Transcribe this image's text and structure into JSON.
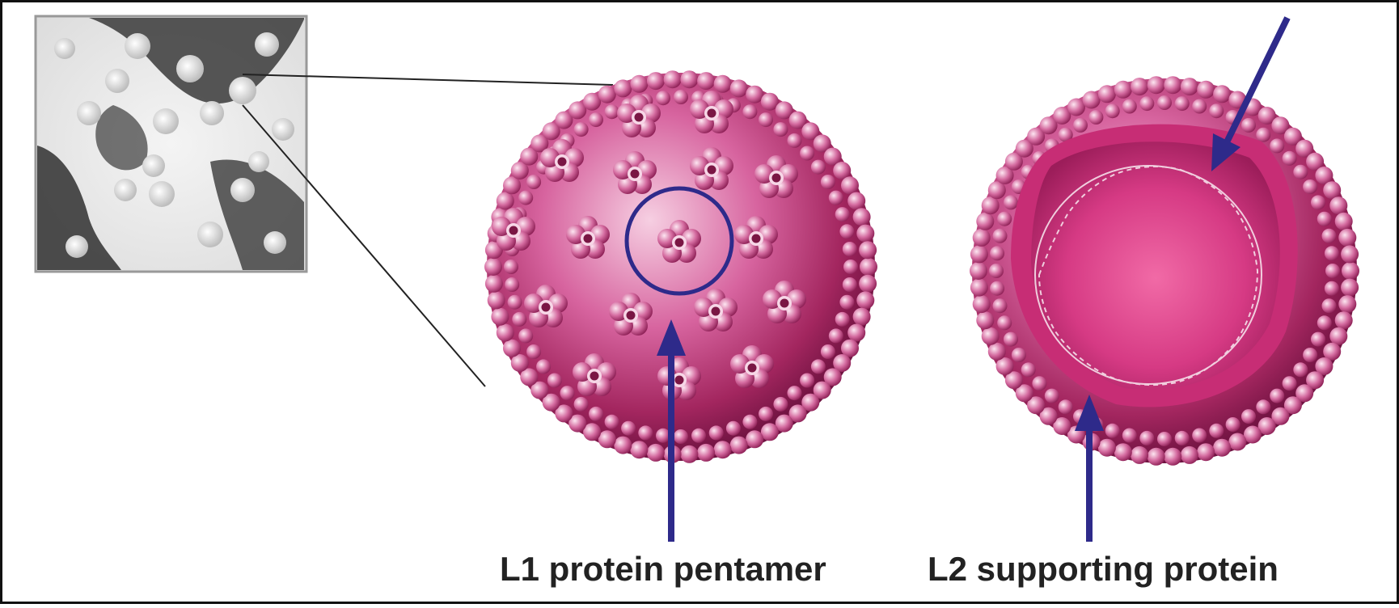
{
  "labels": {
    "l1_protein_pentamer": "L1 protein pentamer",
    "l2_supporting_protein": "L2 supporting protein"
  },
  "colors": {
    "arrow": "#2e2a8a",
    "frame": "#111111",
    "capsid_dark": "#8a1a4f",
    "capsid_mid": "#c23c7e",
    "capsid_light": "#f3bfd8",
    "interior": "#d83a83"
  },
  "icons": {
    "micrograph": "electron-micrograph-image",
    "virus_exterior": "hpv-capsid-illustration",
    "virus_cutaway": "hpv-capsid-cutaway-illustration",
    "dna": "dna-helix-icon"
  }
}
